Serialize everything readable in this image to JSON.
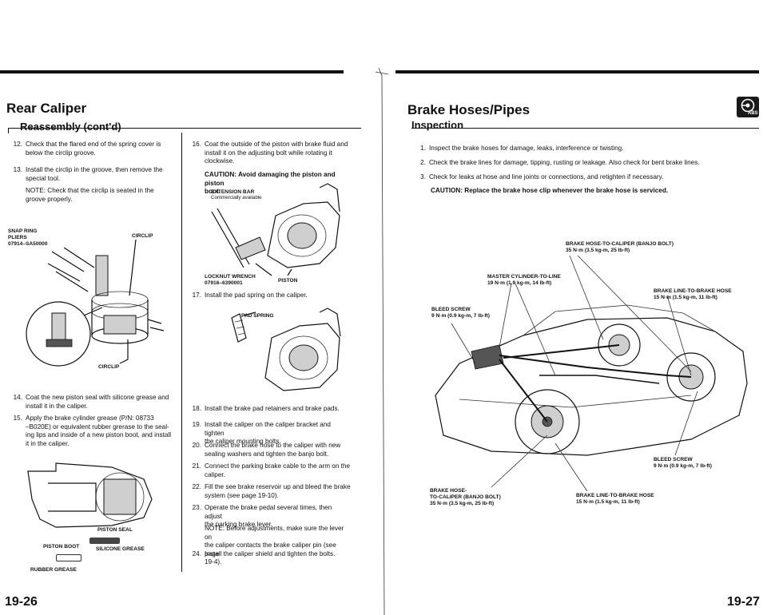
{
  "left": {
    "title": "Rear Caliper",
    "subtitle": "Reassembly (cont'd)",
    "page_number": "19-26",
    "steps_col1": [
      {
        "num": "12.",
        "lines": [
          "Check that the flared end of the spring cover is",
          "below the circlip groove."
        ]
      },
      {
        "num": "13.",
        "lines": [
          "Install the circlip in the groove, then remove the",
          "special tool."
        ]
      },
      {
        "num": "",
        "lines": [
          "NOTE: Check that the circlip is seated in the",
          "groove properly."
        ]
      },
      {
        "num": "14.",
        "lines": [
          "Coat the new piston seal with silicone grease and",
          "install it in the caliper."
        ]
      },
      {
        "num": "15.",
        "lines": [
          "Apply the brake cylinder grease (P/N: 08733",
          "–B020E) or equivalent rubber grerase to the seal-",
          "ing lips and inside of a new piston boot, and install",
          "it in the caliper."
        ]
      }
    ],
    "fig1_labels": {
      "tool": "SNAP RING\nPLIERS\n07914–SA50000",
      "circlip_top": "CIRCLIP",
      "circlip_bottom": "CIRCLIP"
    },
    "fig3_labels": {
      "piston_seal": "PISTON SEAL",
      "piston_boot": "PISTON BOOT",
      "silicone": "SILICONE GREASE",
      "rubber": "RUBBER GREASE"
    },
    "steps_col2": [
      {
        "num": "16.",
        "lines": [
          "Coat the outside of the piston with brake fluid and",
          "install it on the adjusting bolt while rotating it",
          "clockwise."
        ]
      },
      {
        "num": "",
        "lines": [
          "CAUTION: Avoid damaging the piston and piston",
          "boot."
        ],
        "bold": true
      },
      {
        "num": "17.",
        "lines": [
          "Install the pad spring on the caliper."
        ]
      },
      {
        "num": "18.",
        "lines": [
          "Install the brake pad retainers and brake pads."
        ]
      },
      {
        "num": "19.",
        "lines": [
          "Install the caliper on the caliper bracket and tighten",
          "the caliper mounting bolts."
        ]
      },
      {
        "num": "20.",
        "lines": [
          "Connect the brake hose to the caliper with new",
          "sealing washers and tighten the banjo bolt."
        ]
      },
      {
        "num": "21.",
        "lines": [
          "Connect the parking brake cable to the arm on the",
          "caliper."
        ]
      },
      {
        "num": "22.",
        "lines": [
          "Fill the see brake reservoir up and bleed the brake",
          "system (see page 19-10)."
        ]
      },
      {
        "num": "23.",
        "lines": [
          "Operate the brake pedal several times, then adjust",
          "the parking brake lever."
        ]
      },
      {
        "num": "",
        "lines": [
          "NOTE: Before adjustments, make sure the lever on",
          "the caliper contacts the brake caliper pin (see page",
          "19-4)."
        ]
      },
      {
        "num": "24.",
        "lines": [
          "Install the caliper shield and tighten the bolts."
        ]
      }
    ],
    "fig2_labels": {
      "bar": "EXTENSION BAR",
      "bar_note": "Commercially available",
      "wrench": "LOCKNUT WRENCH\n07916–6390001",
      "piston": "PISTON"
    },
    "fig4_labels": {
      "pad_spring": "PAD SPRING"
    }
  },
  "right": {
    "title": "Brake Hoses/Pipes",
    "subtitle": "Inspection",
    "abs_badge": "ABS",
    "page_number": "19-27",
    "steps": [
      {
        "num": "1.",
        "text": "Inspect the brake hoses for damage, leaks, interference or twisting."
      },
      {
        "num": "2.",
        "text": "Check the brake lines for damage, tipping, rusting or leakage. Also check for bent brake lines."
      },
      {
        "num": "3.",
        "text": "Check for leaks at hose and line joints or connections, and retighten if necessary."
      }
    ],
    "caution": "CAUTION: Replace the brake hose clip whenever the brake hose is serviced.",
    "car_labels": {
      "banjo_top": "BRAKE HOSE-TO-CALIPER (BANJO BOLT)\n35 N·m (3.5 kg-m, 25 lb-ft)",
      "master": "MASTER CYLINDER-TO-LINE\n19 N·m (1.9 kg-m, 14 lb-ft)",
      "line_hose_top": "BRAKE LINE-TO-BRAKE HOSE\n15 N·m (1.5 kg-m, 11 lb-ft)",
      "bleed_left": "BLEED SCREW\n9 N·m (0.9 kg-m, 7 lb-ft)",
      "bleed_right": "BLEED SCREW\n9 N·m (0.9 kg-m, 7 lb-ft)",
      "banjo_bottom": "BRAKE HOSE-\nTO-CALIPER (BANJO BOLT)\n35 N·m (3.5 kg-m, 25 lb-ft)",
      "line_hose_bottom": "BRAKE LINE-TO-BRAKE HOSE\n15 N·m (1.5 kg-m, 11 lb-ft)"
    }
  }
}
